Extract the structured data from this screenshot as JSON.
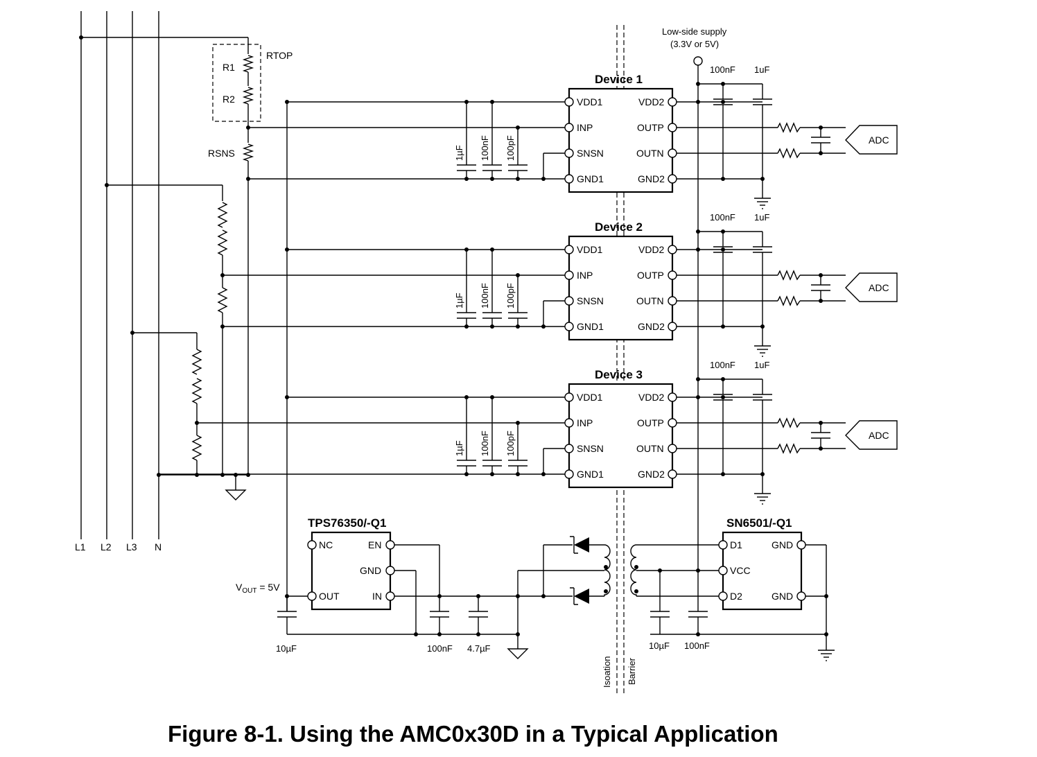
{
  "lines": {
    "l1": "L1",
    "l2": "L2",
    "l3": "L3",
    "n": "N"
  },
  "resistors": {
    "r1": "R1",
    "r2": "R2",
    "rtop": "RTOP",
    "rsns": "RSNS"
  },
  "supply": {
    "line1": "Low-side supply",
    "line2": "(3.3V or 5V)"
  },
  "devices": [
    {
      "name": "Device 1",
      "pins": [
        "VDD1",
        "INP",
        "SNSN",
        "GND1",
        "VDD2",
        "OUTP",
        "OUTN",
        "GND2"
      ]
    },
    {
      "name": "Device 2",
      "pins": [
        "VDD1",
        "INP",
        "SNSN",
        "GND1",
        "VDD2",
        "OUTP",
        "OUTN",
        "GND2"
      ]
    },
    {
      "name": "Device 3",
      "pins": [
        "VDD1",
        "INP",
        "SNSN",
        "GND1",
        "VDD2",
        "OUTP",
        "OUTN",
        "GND2"
      ]
    }
  ],
  "caps": {
    "c1u": "1µF",
    "c100n": "100nF",
    "c100p": "100pF",
    "c1uf": "1uF",
    "c10u": "10µF",
    "c4u7": "4.7µF"
  },
  "adc": "ADC",
  "ldo": {
    "name": "TPS76350/-Q1",
    "nc": "NC",
    "en": "EN",
    "gnd": "GND",
    "out": "OUT",
    "in": "IN"
  },
  "vout": {
    "v": "V",
    "sub": "OUT",
    "rest": " = 5V"
  },
  "driver": {
    "name": "SN6501/-Q1",
    "d1": "D1",
    "gnd": "GND",
    "vcc": "VCC",
    "d2": "D2"
  },
  "barrier": {
    "left": "Isoation",
    "right": "Barrier"
  },
  "caption": "Figure 8-1. Using the AMC0x30D in a Typical Application"
}
